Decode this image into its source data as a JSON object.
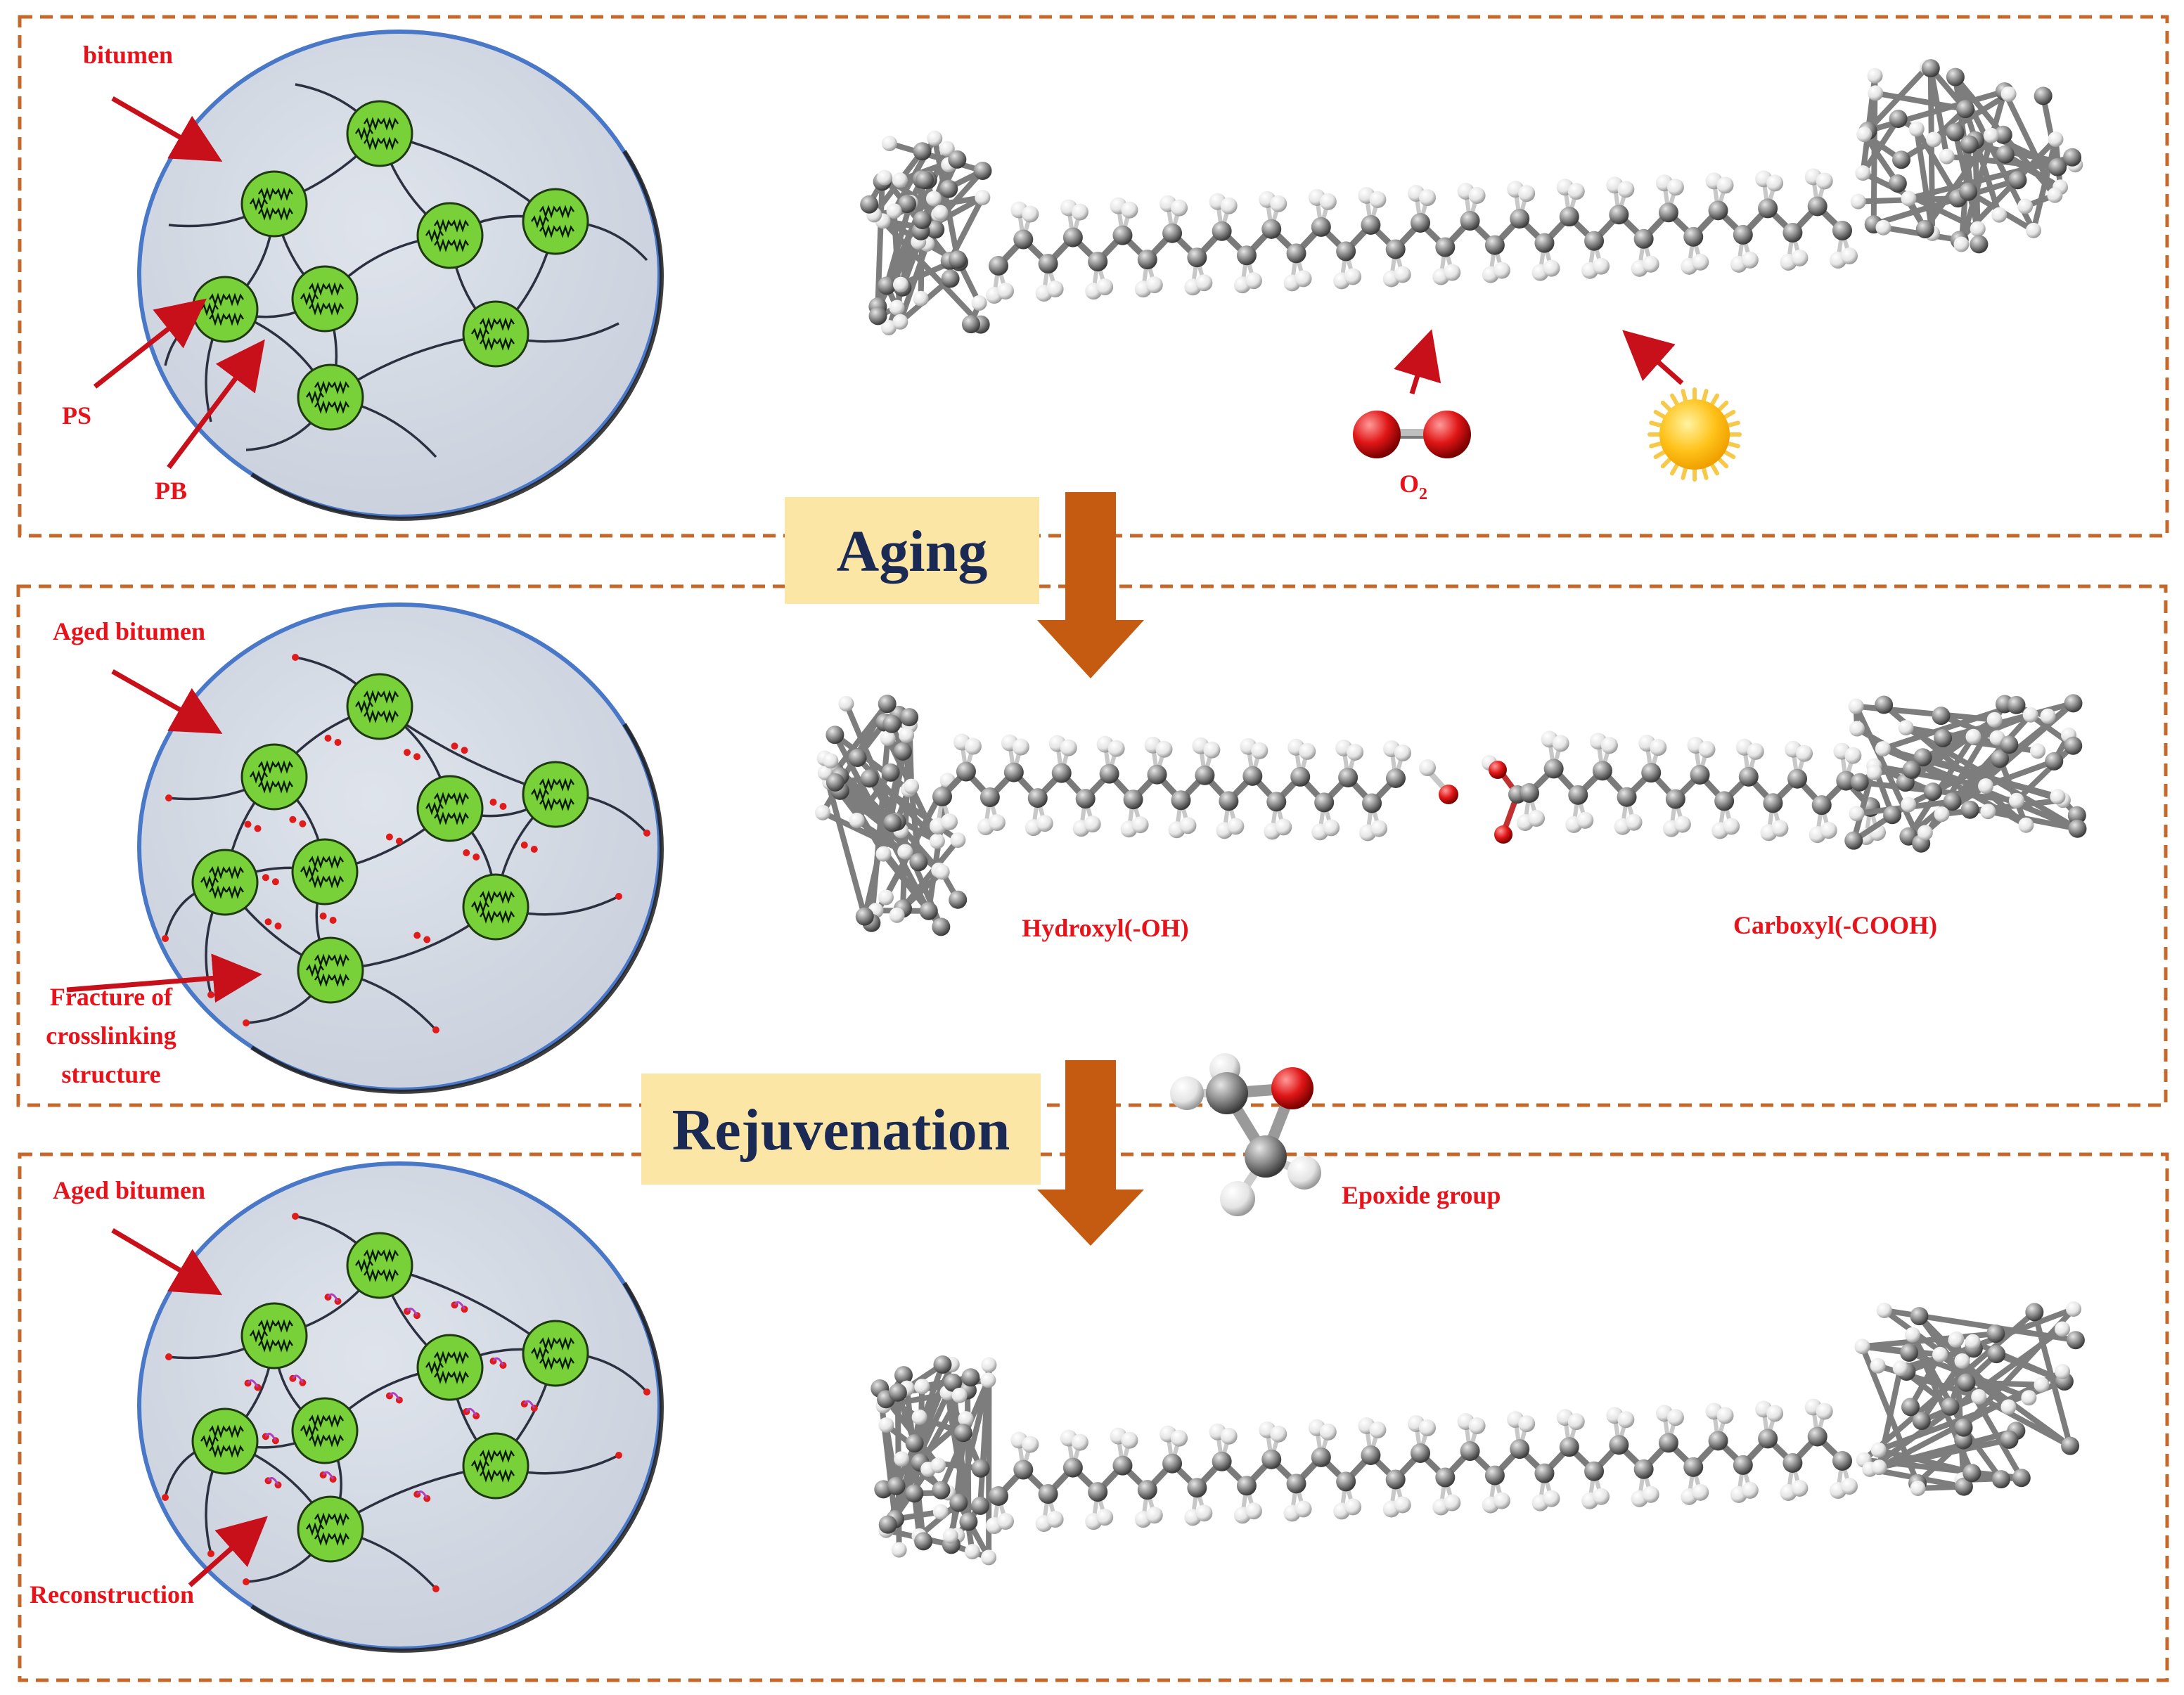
{
  "colors": {
    "panel_border": "#c5682a",
    "arrow_fill": "#c55a11",
    "label_red": "#e8121b",
    "stage_box": "#fbe6a6",
    "stage_text": "#1b2a55",
    "bubble_fill": "#d2d8e2",
    "bubble_edge": "#4a78c8",
    "domain_green": "#79d13a",
    "chain": "#2c3040",
    "carbon": "#8c8c8c",
    "hydrogen": "#eeeeee",
    "oxygen": "#e11a1a"
  },
  "icons": [
    "oxygen-molecule-icon",
    "sun-icon",
    "epoxide-molecule-icon"
  ],
  "stages": {
    "aging": "Aging",
    "rejuvenation": "Rejuvenation"
  },
  "panel1": {
    "bitumen": "bitumen",
    "ps": "PS",
    "pb": "PB",
    "o2_main": "O",
    "o2_sub": "2"
  },
  "panel2": {
    "aged_bitumen": "Aged bitumen",
    "fracture_line1": "Fracture of",
    "fracture_line2": "crosslinking",
    "fracture_line3": "structure",
    "hydroxyl": "Hydroxyl(-OH)",
    "carboxyl": "Carboxyl(-COOH)",
    "epoxide": "Epoxide group"
  },
  "panel3": {
    "aged_bitumen": "Aged bitumen",
    "reconstruction": "Reconstruction"
  }
}
